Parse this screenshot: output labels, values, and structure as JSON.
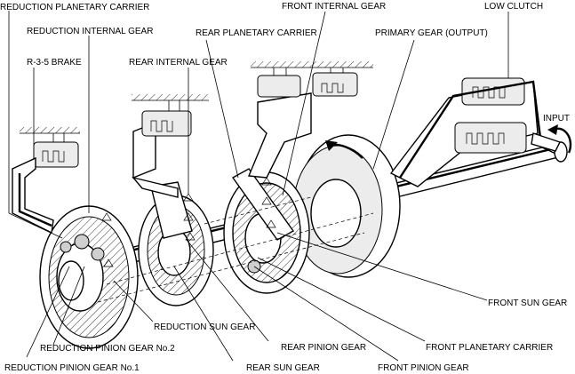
{
  "labels": {
    "reduction_planetary_carrier": "REDUCTION PLANETARY CARRIER",
    "reduction_internal_gear": "REDUCTION INTERNAL GEAR",
    "r35_brake": "R-3-5 BRAKE",
    "rear_internal_gear": "REAR INTERNAL GEAR",
    "rear_planetary_carrier": "REAR PLANETARY CARRIER",
    "front_internal_gear": "FRONT INTERNAL GEAR",
    "primary_gear_output": "PRIMARY GEAR (OUTPUT)",
    "low_clutch": "LOW CLUTCH",
    "input": "INPUT",
    "reduction_sun_gear": "REDUCTION SUN GEAR",
    "reduction_pinion_gear_no2": "REDUCTION PINION GEAR No.2",
    "reduction_pinion_gear_no1": "REDUCTION PINION GEAR No.1",
    "rear_pinion_gear": "REAR PINION GEAR",
    "rear_sun_gear": "REAR SUN GEAR",
    "front_sun_gear": "FRONT SUN GEAR",
    "front_planetary_carrier": "FRONT PLANETARY CARRIER",
    "front_pinion_gear": "FRONT PINION GEAR"
  }
}
